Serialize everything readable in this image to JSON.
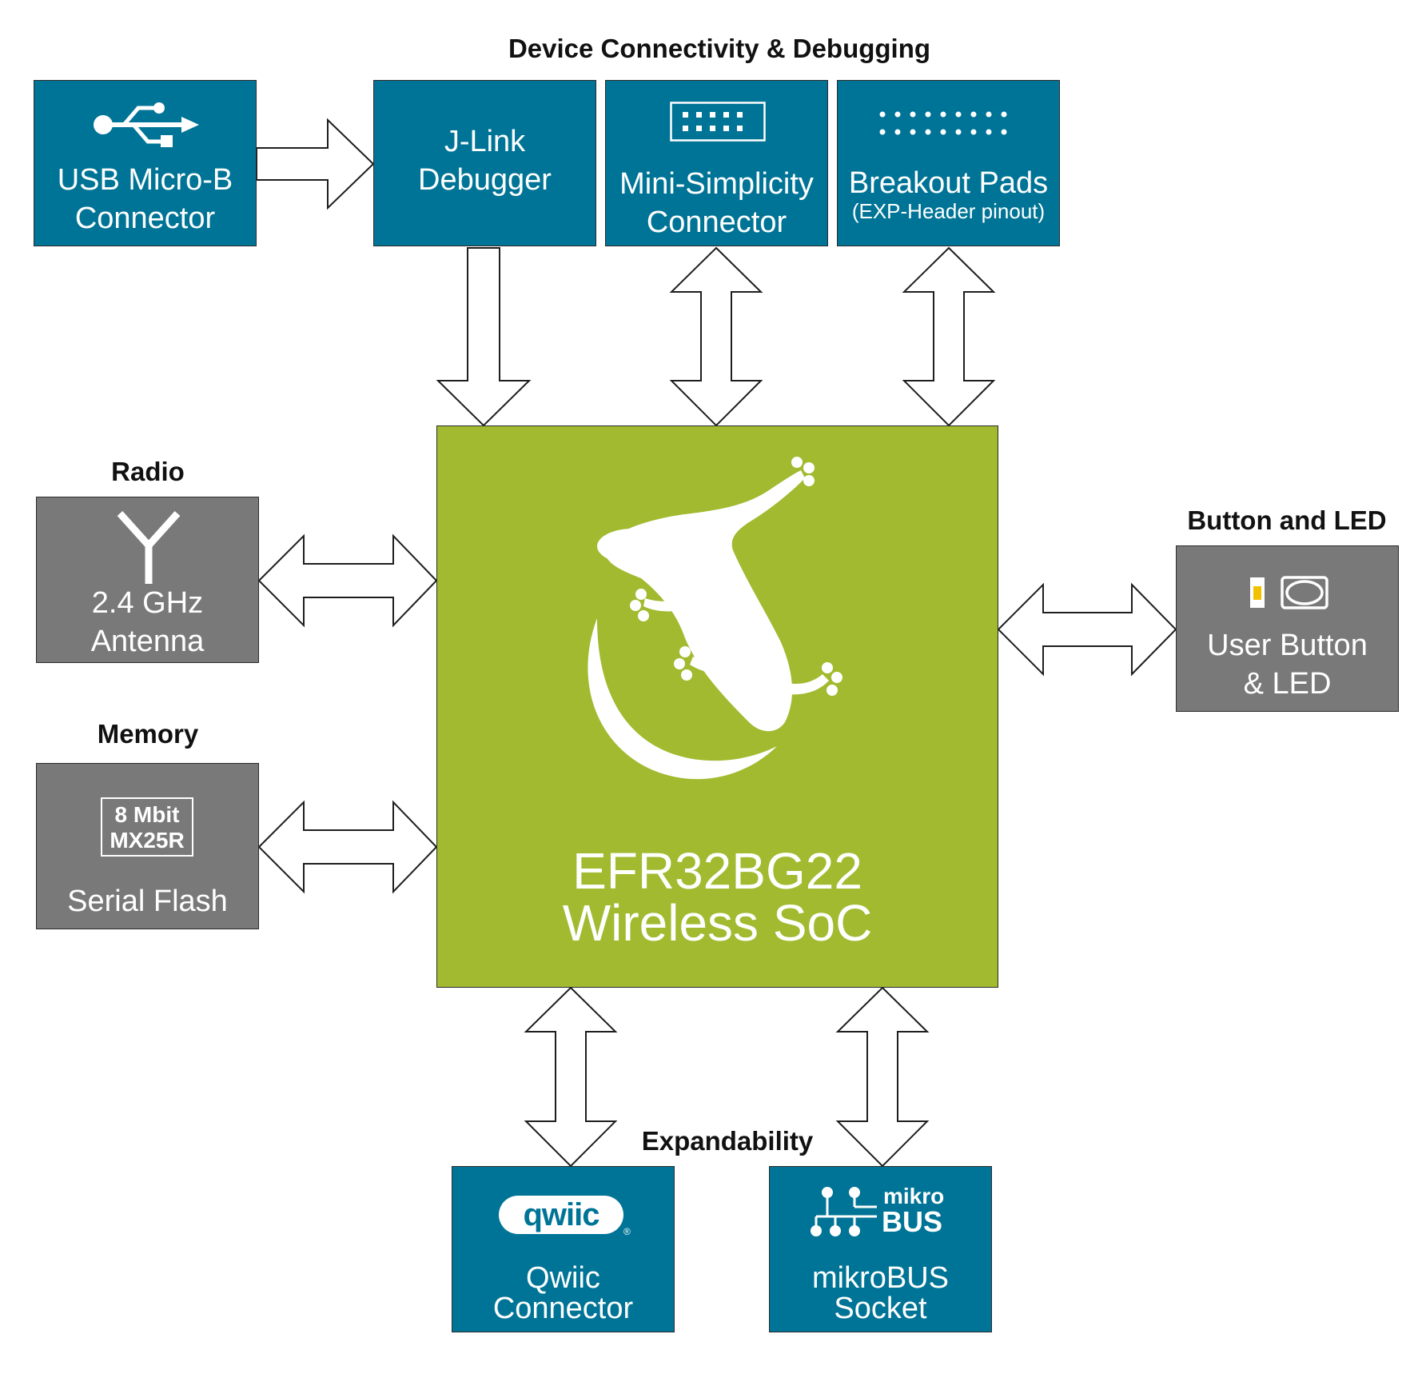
{
  "headings": {
    "connectivity": "Device Connectivity & Debugging",
    "radio": "Radio",
    "memory": "Memory",
    "button_led": "Button and LED",
    "expandability": "Expandability"
  },
  "blocks": {
    "usb": {
      "line1": "USB Micro-B",
      "line2": "Connector",
      "icon": "usb-icon"
    },
    "jlink": {
      "line1": "J-Link",
      "line2": "Debugger"
    },
    "mini_simplicity": {
      "line1": "Mini-Simplicity",
      "line2": "Connector",
      "icon": "pin-header-icon"
    },
    "breakout": {
      "line1": "Breakout Pads",
      "line2": "(EXP-Header pinout)",
      "icon": "breakout-pads-icon"
    },
    "antenna": {
      "line1": "2.4 GHz",
      "line2": "Antenna",
      "icon": "antenna-icon"
    },
    "flash": {
      "chip_line1": "8 Mbit",
      "chip_line2": "MX25R",
      "label": "Serial Flash"
    },
    "soc": {
      "line1": "EFR32BG22",
      "line2": "Wireless SoC",
      "icon": "gecko-logo-icon"
    },
    "user_button": {
      "line1": "User Button",
      "line2": "& LED",
      "icon": "button-led-icon"
    },
    "qwiic": {
      "logo": "qwiic",
      "line1": "Qwiic",
      "line2": "Connector"
    },
    "mikrobus": {
      "logo_line1": "mikro",
      "logo_line2": "BUS",
      "line1": "mikroBUS",
      "line2": "Socket"
    }
  },
  "colors": {
    "teal": "#007496",
    "gray": "#7a797a",
    "soc_green": "#a1ba2f",
    "led_yellow": "#f2c200"
  }
}
